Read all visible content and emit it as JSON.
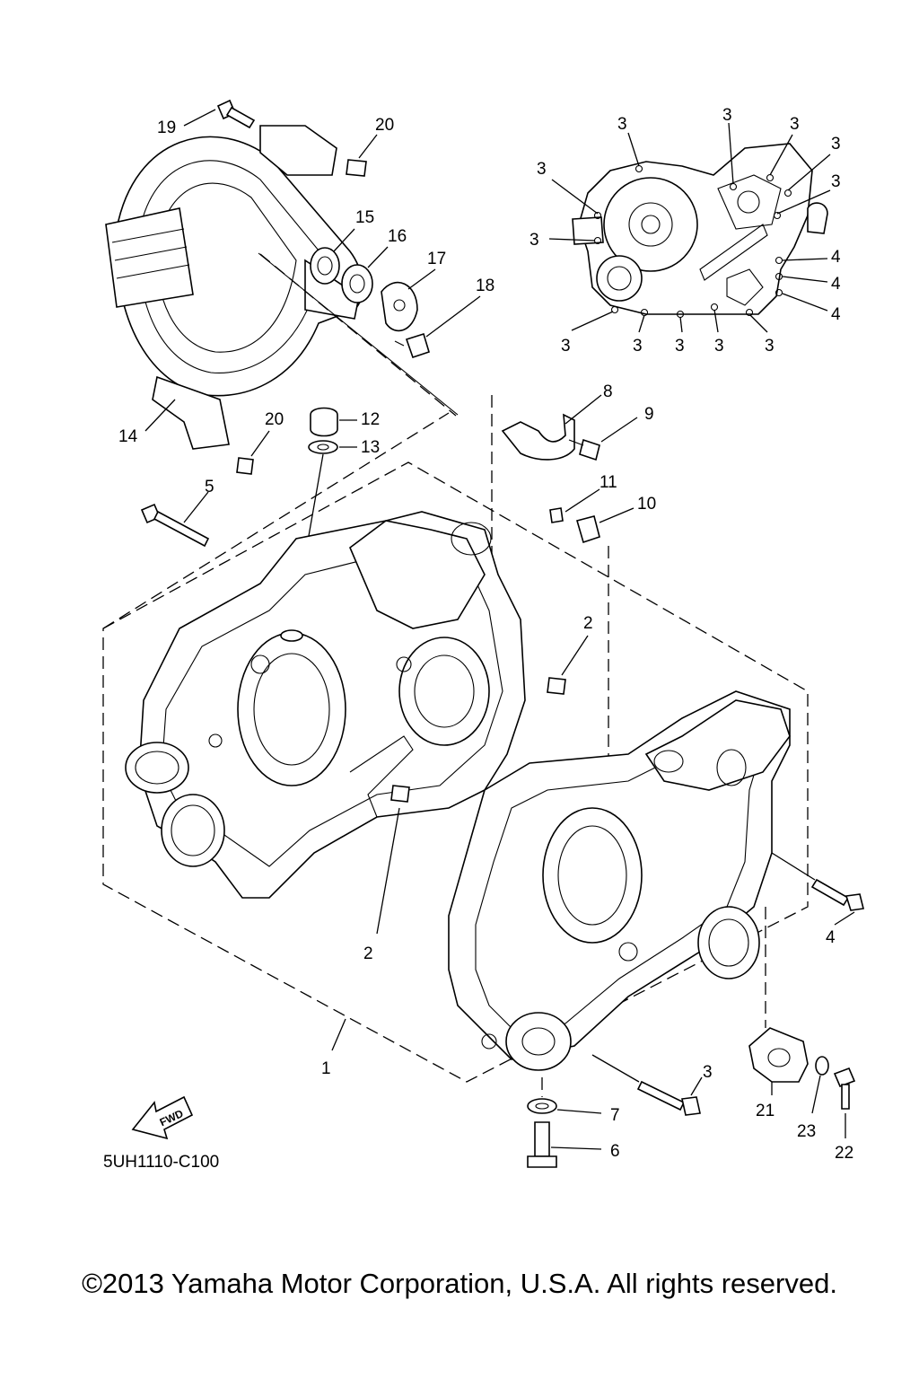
{
  "diagram_code": "5UH1110-C100",
  "fwd_label": "FWD",
  "copyright": "©2013 Yamaha Motor Corporation, U.S.A. All rights reserved.",
  "callouts": {
    "c19": "19",
    "c20a": "20",
    "c15": "15",
    "c16": "16",
    "c17": "17",
    "c18": "18",
    "c14": "14",
    "c20b": "20",
    "c12": "12",
    "c13": "13",
    "c5": "5",
    "c8": "8",
    "c9": "9",
    "c11": "11",
    "c10": "10",
    "c2a": "2",
    "c2b": "2",
    "c1": "1",
    "c4": "4",
    "c3": "3",
    "c7": "7",
    "c6": "6",
    "c21": "21",
    "c23": "23",
    "c22": "22",
    "r3a": "3",
    "r3b": "3",
    "r3c": "3",
    "r3d": "3",
    "r3e": "3",
    "r3f": "3",
    "r3g": "3",
    "r4a": "4",
    "r4b": "4",
    "r4c": "4",
    "r3h": "3",
    "r3i": "3",
    "r3j": "3",
    "r3k": "3",
    "r3l": "3"
  }
}
